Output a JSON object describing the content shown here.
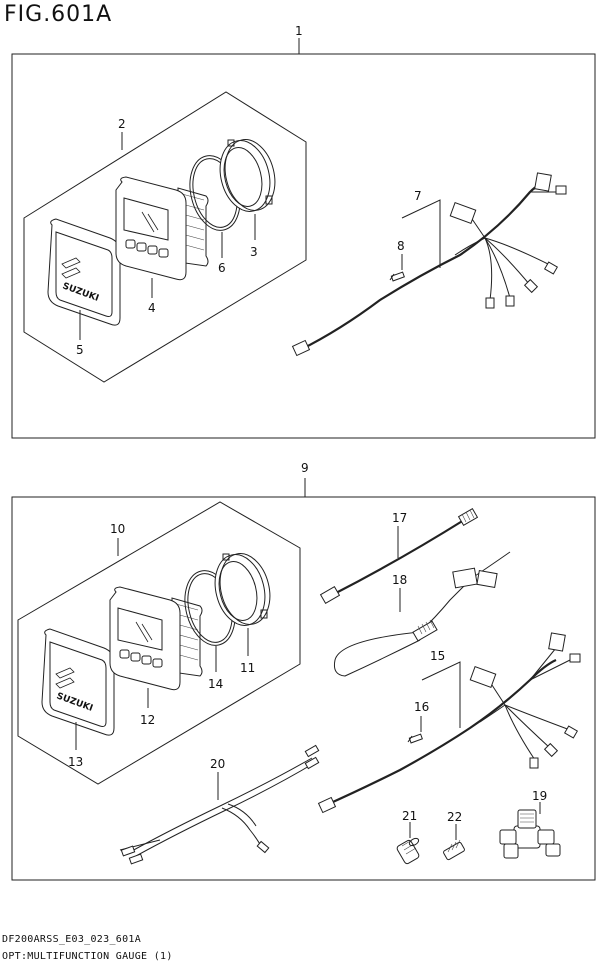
{
  "figure": {
    "title": "FIG.601A"
  },
  "footer": {
    "code": "DF200ARSS_E03_023_601A",
    "caption": "OPT:MULTIFUNCTION GAUGE (1)"
  },
  "callouts": {
    "c1": "1",
    "c2": "2",
    "c3": "3",
    "c4": "4",
    "c5": "5",
    "c6": "6",
    "c7": "7",
    "c8": "8",
    "c9": "9",
    "c10": "10",
    "c11": "11",
    "c12": "12",
    "c13": "13",
    "c14": "14",
    "c15": "15",
    "c16": "16",
    "c17": "17",
    "c18": "18",
    "c19": "19",
    "c20": "20",
    "c21": "21",
    "c22": "22"
  },
  "branding": {
    "cover_text": "SUZUKI"
  }
}
